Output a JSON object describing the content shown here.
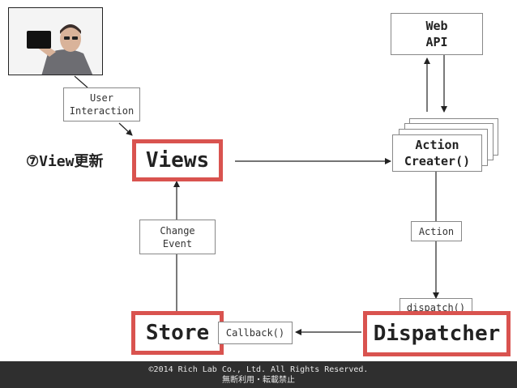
{
  "nodes": {
    "web_api": "Web\nAPI",
    "user_interaction": "User\nInteraction",
    "step_label": "⑦View更新",
    "views": "Views",
    "action_creater": "Action\nCreater()",
    "change_event": "Change\nEvent",
    "action": "Action",
    "dispatch": "dispatch()",
    "store": "Store",
    "callback": "Callback()",
    "dispatcher": "Dispatcher"
  },
  "footer": {
    "copyright": "©2014 Rich Lab Co., Ltd. All Rights Reserved.",
    "notice": "無断利用・転載禁止"
  },
  "colors": {
    "highlight": "#d9534f",
    "footer_bg": "#2f2f2f"
  }
}
